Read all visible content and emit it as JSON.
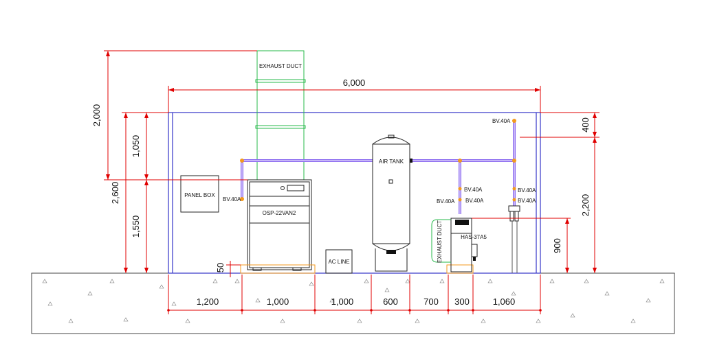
{
  "colors": {
    "dimension": "#e00000",
    "room_outline": "#3434c8",
    "exhaust_duct": "#26b94a",
    "pipe": "#8c6cf0",
    "base_pad": "#f39a1e",
    "equipment": "#222222"
  },
  "labels": {
    "exhaust_duct_top": "EXHAUST DUCT",
    "exhaust_duct_side": "EXHAUST DUCT",
    "panel_box": "PANEL BOX",
    "compressor": "OSP-22VAN2",
    "air_tank": "AIR TANK",
    "ac_line": "AC LINE",
    "dryer": "HAS-37A5",
    "valves": [
      "BV.40A",
      "BV.40A",
      "BV.40A",
      "BV.40A",
      "BV.40A",
      "BV.40A",
      "BV.40A"
    ]
  },
  "dimensions": {
    "overall_width": "6,000",
    "duct_height": "2,000",
    "room_height": "2,600",
    "upper_height": "1,050",
    "lower_height": "1,550",
    "pad_height": "50",
    "right_top": "400",
    "right_total": "2,200",
    "dryer_height": "900",
    "bottom": [
      "1,200",
      "1,000",
      "1,000",
      "600",
      "700",
      "300",
      "1,060"
    ]
  }
}
